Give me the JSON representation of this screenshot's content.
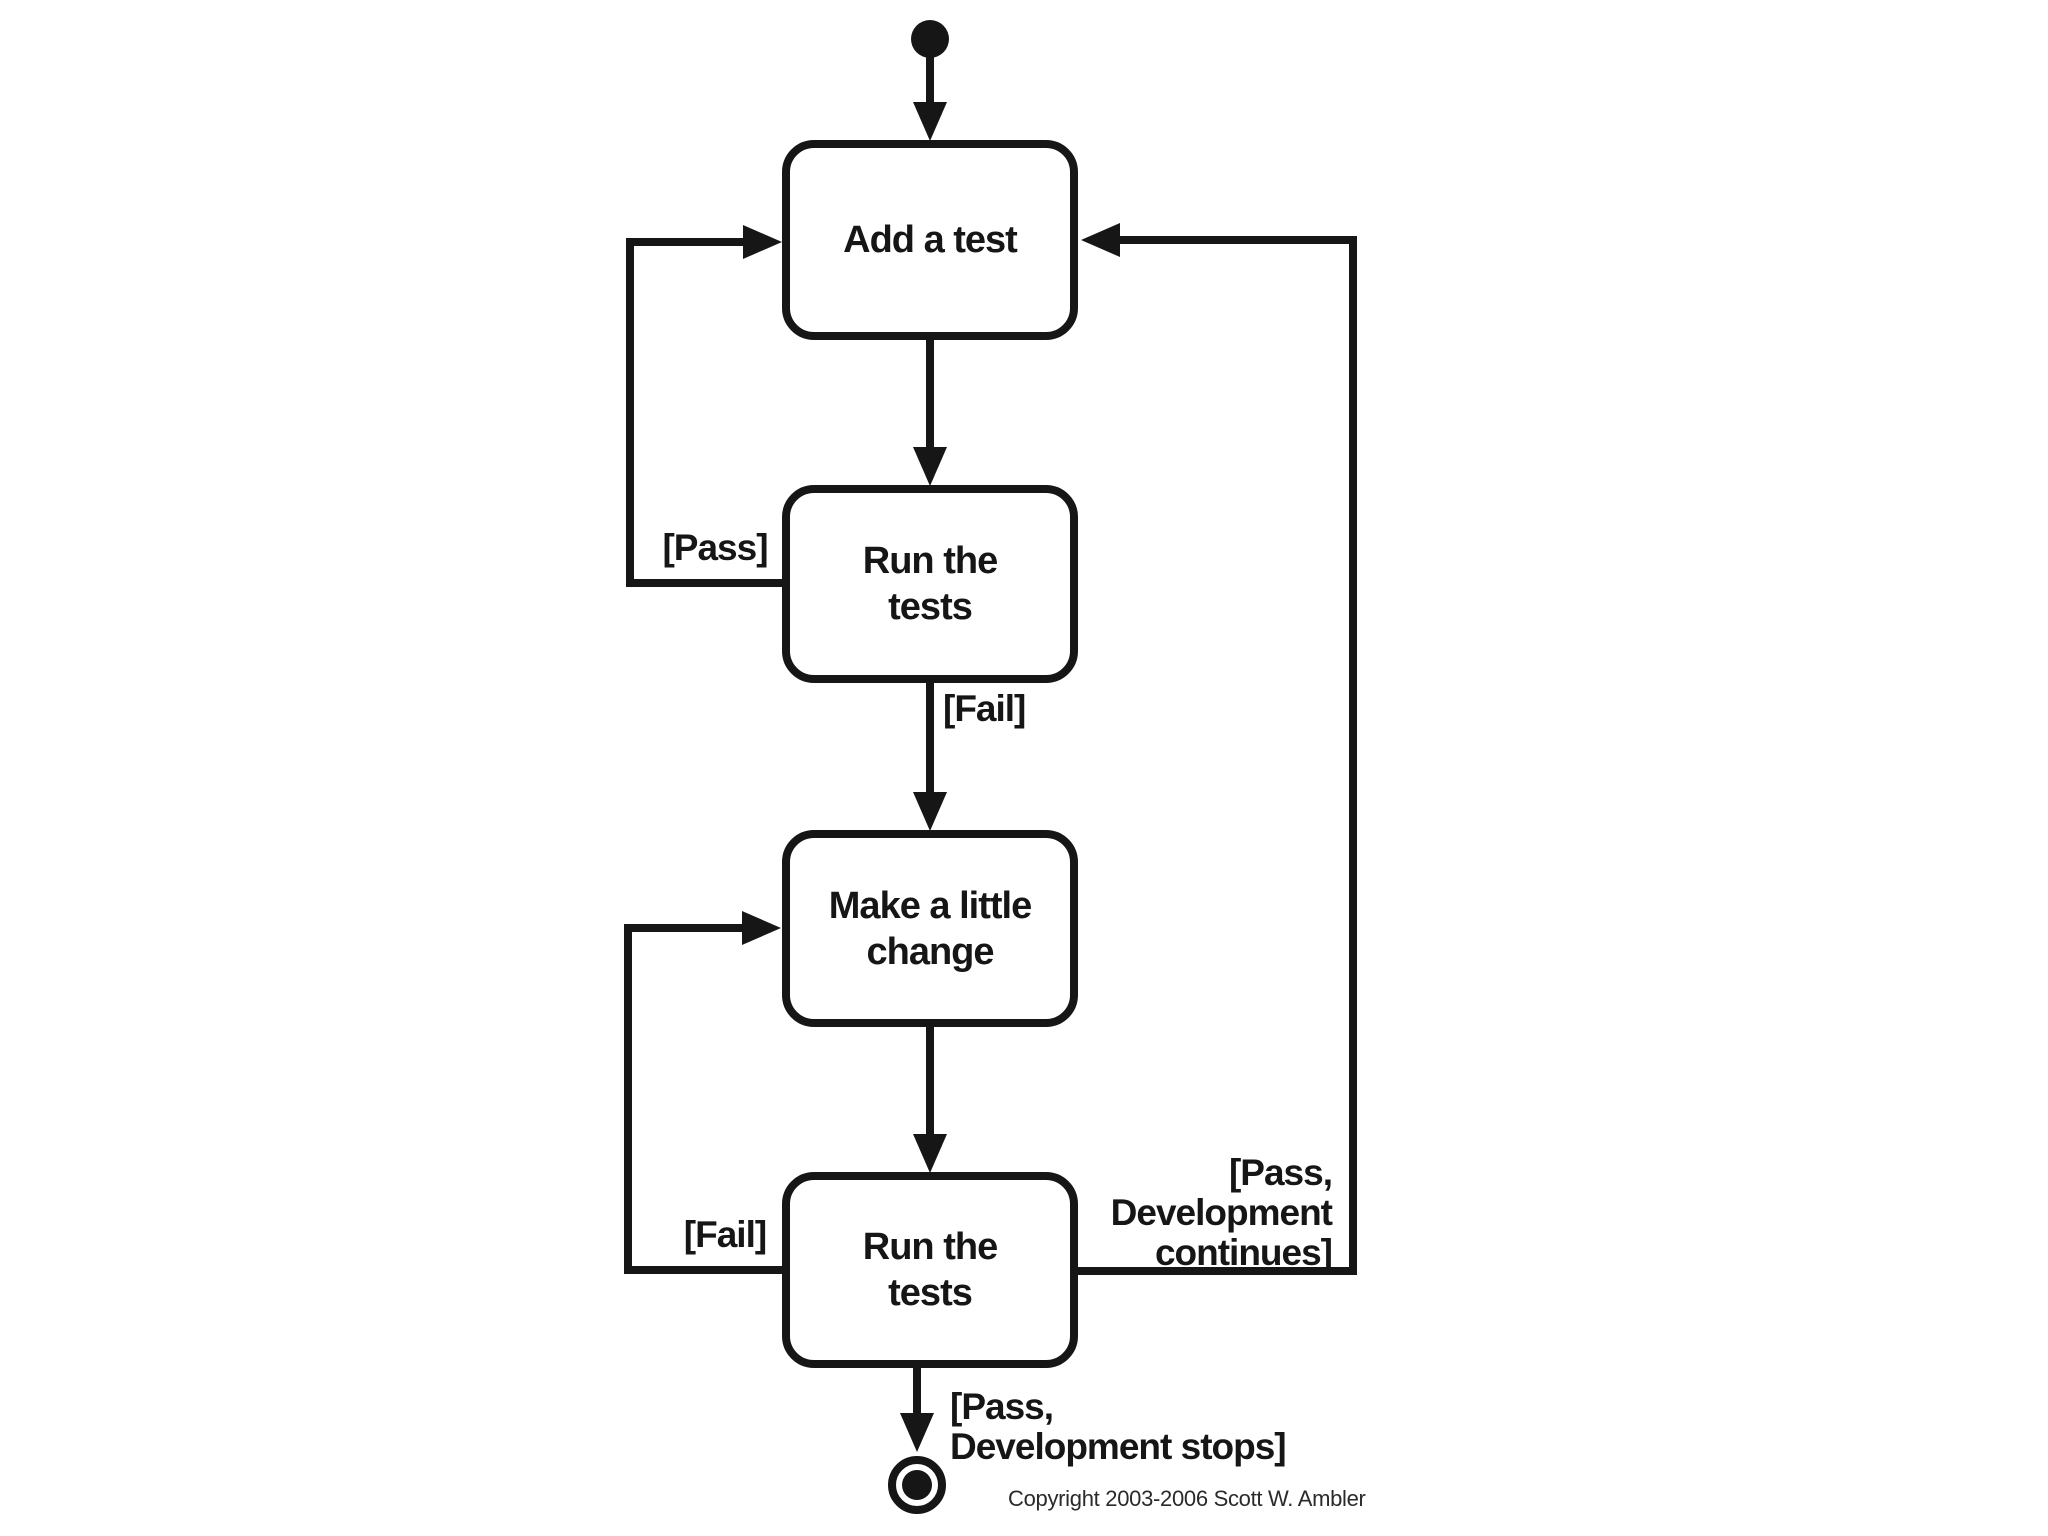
{
  "diagram": {
    "kind": "uml-activity-diagram",
    "subject": "Test-Driven Development lifecycle",
    "colors": {
      "line": "#161616",
      "background": "#ffffff",
      "text": "#161616"
    },
    "initial_node": "initial-state",
    "final_node": "final-state",
    "nodes": [
      {
        "id": "add-test",
        "label": "Add a test"
      },
      {
        "id": "run-tests-1",
        "label": "Run the tests"
      },
      {
        "id": "make-change",
        "label": "Make a little change"
      },
      {
        "id": "run-tests-2",
        "label": "Run the tests"
      }
    ],
    "edges": [
      {
        "from": "initial",
        "to": "add-test",
        "label": ""
      },
      {
        "from": "add-test",
        "to": "run-tests-1",
        "label": ""
      },
      {
        "from": "run-tests-1",
        "to": "add-test",
        "label": "[Pass]"
      },
      {
        "from": "run-tests-1",
        "to": "make-change",
        "label": "[Fail]"
      },
      {
        "from": "make-change",
        "to": "run-tests-2",
        "label": ""
      },
      {
        "from": "run-tests-2",
        "to": "make-change",
        "label": "[Fail]"
      },
      {
        "from": "run-tests-2",
        "to": "add-test",
        "label": "[Pass,\nDevelopment\ncontinues]"
      },
      {
        "from": "run-tests-2",
        "to": "final",
        "label": "[Pass,\nDevelopment stops]"
      }
    ]
  },
  "footer": {
    "copyright": "Copyright 2003-2006 Scott W. Ambler"
  }
}
